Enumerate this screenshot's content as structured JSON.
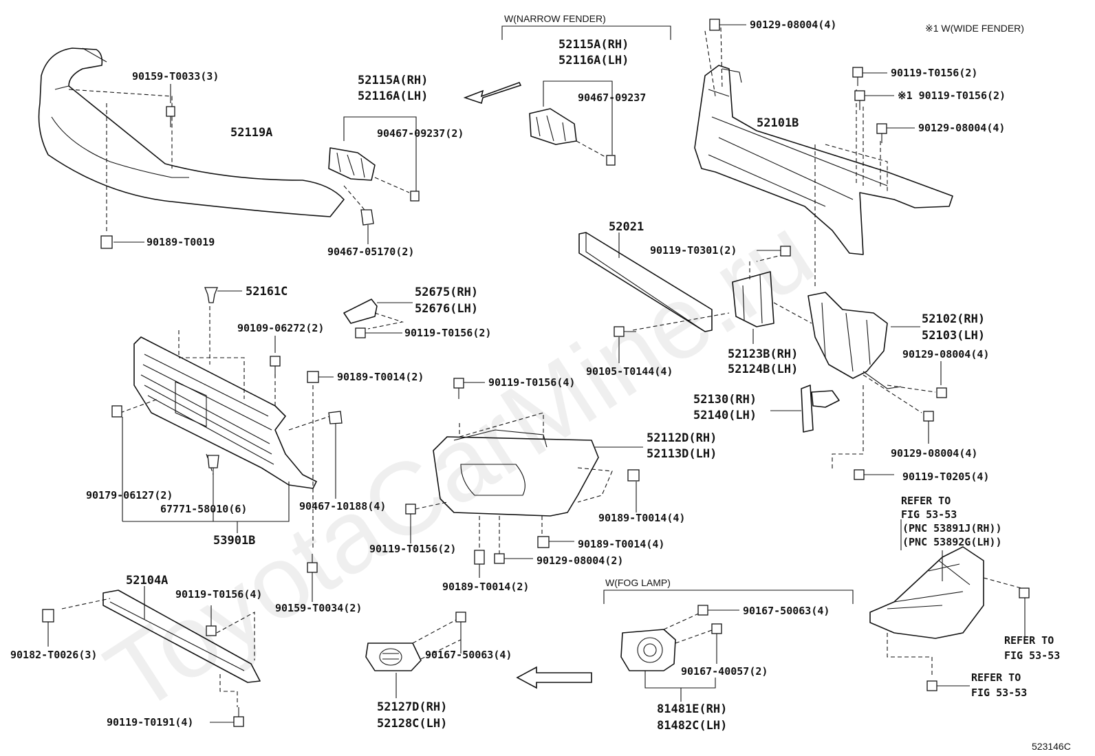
{
  "diagram_code": "523146C",
  "watermark": "ToyotaCarMine.ru",
  "notes": {
    "narrow_fender": "W(NARROW FENDER)",
    "wide_fender": "※1 W(WIDE FENDER)",
    "fog_lamp": "W(FOG LAMP)"
  },
  "labels": {
    "p52115a_rh": "52115A(RH)",
    "p52116a_lh": "52116A(LH)",
    "p52115a_rh_b": "52115A(RH)",
    "p52116a_lh_b": "52116A(LH)",
    "p90467_09237": "90467-09237",
    "p90467_09237_2": "90467-09237(2)",
    "p90159_t0033": "90159-T0033(3)",
    "p52119a": "52119A",
    "p90189_t0019": "90189-T0019",
    "p90467_05170": "90467-05170(2)",
    "p90129_08004_top": "90129-08004(4)",
    "p90119_t0156_r1": "90119-T0156(2)",
    "p90119_t0156_r2": "※1 90119-T0156(2)",
    "p90129_08004_r3": "90129-08004(4)",
    "p52101b": "52101B",
    "p52021": "52021",
    "p90119_t0301": "90119-T0301(2)",
    "p52161c": "52161C",
    "p52675_rh": "52675(RH)",
    "p52676_lh": "52676(LH)",
    "p90109_06272": "90109-06272(2)",
    "p90119_t0156_mid": "90119-T0156(2)",
    "p52123b_rh": "52123B(RH)",
    "p52124b_lh": "52124B(LH)",
    "p90105_t0144": "90105-T0144(4)",
    "p52102_rh": "52102(RH)",
    "p52103_lh": "52103(LH)",
    "p90129_08004_r4": "90129-08004(4)",
    "p90189_t0014_a": "90189-T0014(2)",
    "p90119_t0156_c": "90119-T0156(4)",
    "p52130_rh": "52130(RH)",
    "p52140_lh": "52140(LH)",
    "p52112d_rh": "52112D(RH)",
    "p52113d_lh": "52113D(LH)",
    "p90129_08004_r5": "90129-08004(4)",
    "p90119_t0205": "90119-T0205(4)",
    "p90179_06127": "90179-06127(2)",
    "p67771_58010": "67771-58010(6)",
    "p90467_10188": "90467-10188(4)",
    "p90189_t0014_b": "90189-T0014(4)",
    "p53901b": "53901B",
    "p90119_t0156_d": "90119-T0156(2)",
    "p90189_t0014_c": "90189-T0014(4)",
    "p90129_08004_b": "90129-08004(2)",
    "p90189_t0014_d": "90189-T0014(2)",
    "p52104a": "52104A",
    "p90119_t0156_e": "90119-T0156(4)",
    "p90159_t0034": "90159-T0034(2)",
    "p90182_t0026": "90182-T0026(3)",
    "p90119_t0191": "90119-T0191(4)",
    "p90167_50063_a": "90167-50063(4)",
    "p52127d_rh": "52127D(RH)",
    "p52128c_lh": "52128C(LH)",
    "p90167_50063_b": "90167-50063(4)",
    "p90167_40057": "90167-40057(2)",
    "p81481e_rh": "81481E(RH)",
    "p81482c_lh": "81482C(LH)",
    "refer1_l1": "REFER TO",
    "refer1_l2": "FIG 53-53",
    "refer1_l3": "(PNC 53891J(RH))",
    "refer1_l4": "(PNC 53892G(LH))",
    "refer2_l1": "REFER TO",
    "refer2_l2": "FIG 53-53",
    "refer3_l1": "REFER TO",
    "refer3_l2": "FIG 53-53"
  }
}
